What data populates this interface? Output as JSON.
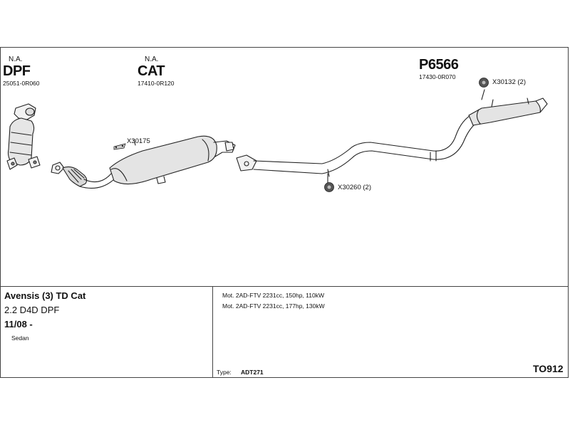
{
  "parts": {
    "dpf": {
      "na": "N.A.",
      "name": "DPF",
      "number": "25051-0R060"
    },
    "cat": {
      "na": "N.A.",
      "name": "CAT",
      "number": "17410-0R120"
    },
    "rear": {
      "name": "P6566",
      "number": "17430-0R070"
    }
  },
  "fittings": {
    "x30175": "X30175",
    "x30260": "X30260 (2)",
    "x30132": "X30132 (2)"
  },
  "vehicle": {
    "model": "Avensis (3) TD Cat",
    "engine": "2.2 D4D DPF",
    "years": "11/08 -",
    "body": "Sedan"
  },
  "motors": [
    "Mot. 2AD-FTV 2231cc, 150hp, 110kW",
    "Mot. 2AD-FTV 2231cc, 177hp, 130kW"
  ],
  "type": {
    "label": "Type:",
    "value": "ADT271"
  },
  "code": "TO912"
}
